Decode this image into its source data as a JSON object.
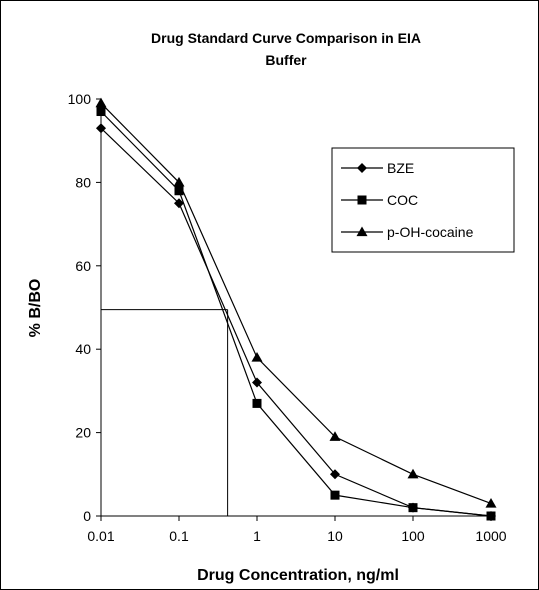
{
  "chart_data": {
    "type": "line",
    "title_line1": "Drug Standard Curve Comparison in EIA",
    "title_line2": "Buffer",
    "xlabel": "Drug Concentration, ng/ml",
    "ylabel": "% B/BO",
    "x_scale": "log",
    "x": [
      0.01,
      0.1,
      1,
      10,
      100,
      1000
    ],
    "x_tick_labels": [
      "0.01",
      "0.1",
      "1",
      "10",
      "100",
      "1000"
    ],
    "y_ticks": [
      "0",
      "20",
      "40",
      "60",
      "80",
      "100"
    ],
    "ylim": [
      0,
      100
    ],
    "grid": false,
    "legend_position": "top-right",
    "reference_line": {
      "x": 0.42,
      "y": 49.5
    },
    "series": [
      {
        "name": "BZE",
        "marker": "diamond",
        "values": [
          93,
          75,
          32,
          10,
          2,
          0
        ]
      },
      {
        "name": "COC",
        "marker": "square",
        "values": [
          97,
          78,
          27,
          5,
          2,
          0
        ]
      },
      {
        "name": "p-OH-cocaine",
        "marker": "triangle",
        "values": [
          99,
          80,
          38,
          19,
          10,
          3
        ]
      }
    ],
    "color": "#000000"
  }
}
